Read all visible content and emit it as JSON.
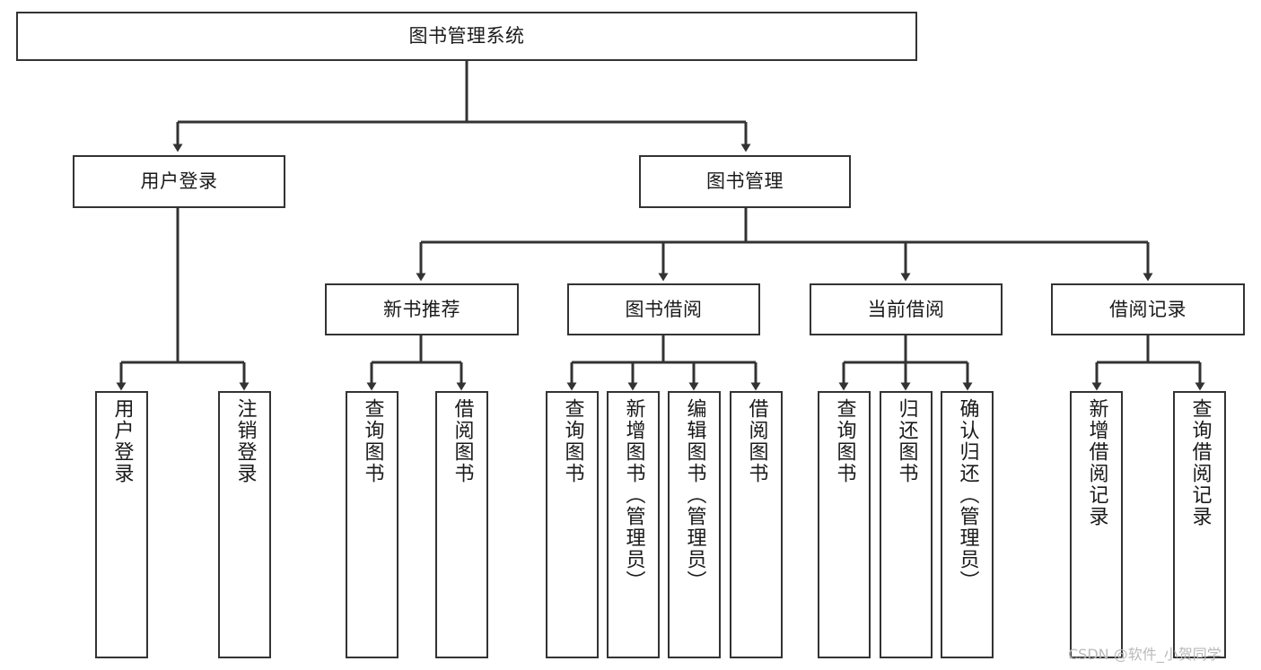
{
  "diagram": {
    "title": "图书管理系统",
    "type": "tree-hierarchy-diagram",
    "colors": {
      "stroke": "#333333",
      "fill": "#ffffff",
      "text": "#1a1a1a",
      "watermark": "#b9b9b9"
    },
    "root": {
      "label": "图书管理系统"
    },
    "level2": [
      {
        "label": "用户登录"
      },
      {
        "label": "图书管理"
      }
    ],
    "level3": [
      {
        "label": "新书推荐"
      },
      {
        "label": "图书借阅"
      },
      {
        "label": "当前借阅"
      },
      {
        "label": "借阅记录"
      }
    ],
    "leaves": {
      "user_login": [
        {
          "label": "用户登录"
        },
        {
          "label": "注销登录"
        }
      ],
      "new_book_recommend": [
        {
          "label": "查询图书"
        },
        {
          "label": "借阅图书"
        }
      ],
      "book_borrow": [
        {
          "label": "查询图书"
        },
        {
          "label": "新增图书（管理员）"
        },
        {
          "label": "编辑图书（管理员）"
        },
        {
          "label": "借阅图书"
        }
      ],
      "current_borrow": [
        {
          "label": "查询图书"
        },
        {
          "label": "归还图书"
        },
        {
          "label": "确认归还（管理员）"
        }
      ],
      "borrow_record": [
        {
          "label": "新增借阅记录"
        },
        {
          "label": "查询借阅记录"
        }
      ]
    },
    "watermark": "CSDN @软件_小贺同学"
  }
}
